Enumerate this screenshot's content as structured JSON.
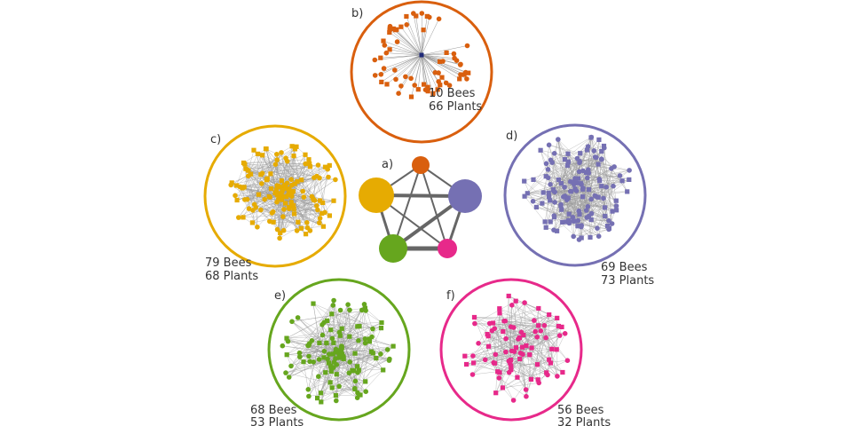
{
  "panels": [
    {
      "id": "b",
      "label": "b)",
      "color": "#D95F0E",
      "bees_text": "10 Bees",
      "plants_text": "66 Plants",
      "layout": "star"
    },
    {
      "id": "c",
      "label": "c)",
      "color": "#E6AB02",
      "bees_text": "79 Bees",
      "plants_text": "68 Plants",
      "layout": "dense"
    },
    {
      "id": "d",
      "label": "d)",
      "color": "#7570B3",
      "bees_text": "69 Bees",
      "plants_text": "73 Plants",
      "layout": "dense"
    },
    {
      "id": "e",
      "label": "e)",
      "color": "#66A61E",
      "bees_text": "68 Bees",
      "plants_text": "53 Plants",
      "layout": "dense"
    },
    {
      "id": "f",
      "label": "f)",
      "color": "#E7298A",
      "bees_text": "56 Bees",
      "plants_text": "32 Plants",
      "layout": "dense"
    }
  ],
  "summary": {
    "label": "a)",
    "edge_color": "#666666",
    "nodes": [
      {
        "id": "b",
        "color": "#D95F0E"
      },
      {
        "id": "c",
        "color": "#E6AB02"
      },
      {
        "id": "d",
        "color": "#7570B3"
      },
      {
        "id": "e",
        "color": "#66A61E"
      },
      {
        "id": "f",
        "color": "#E7298A"
      }
    ],
    "edges": [
      {
        "from": "b",
        "to": "c"
      },
      {
        "from": "b",
        "to": "d"
      },
      {
        "from": "b",
        "to": "e"
      },
      {
        "from": "b",
        "to": "f"
      },
      {
        "from": "c",
        "to": "d"
      },
      {
        "from": "c",
        "to": "e"
      },
      {
        "from": "c",
        "to": "f"
      },
      {
        "from": "d",
        "to": "e"
      },
      {
        "from": "d",
        "to": "f"
      },
      {
        "from": "e",
        "to": "f"
      }
    ]
  }
}
